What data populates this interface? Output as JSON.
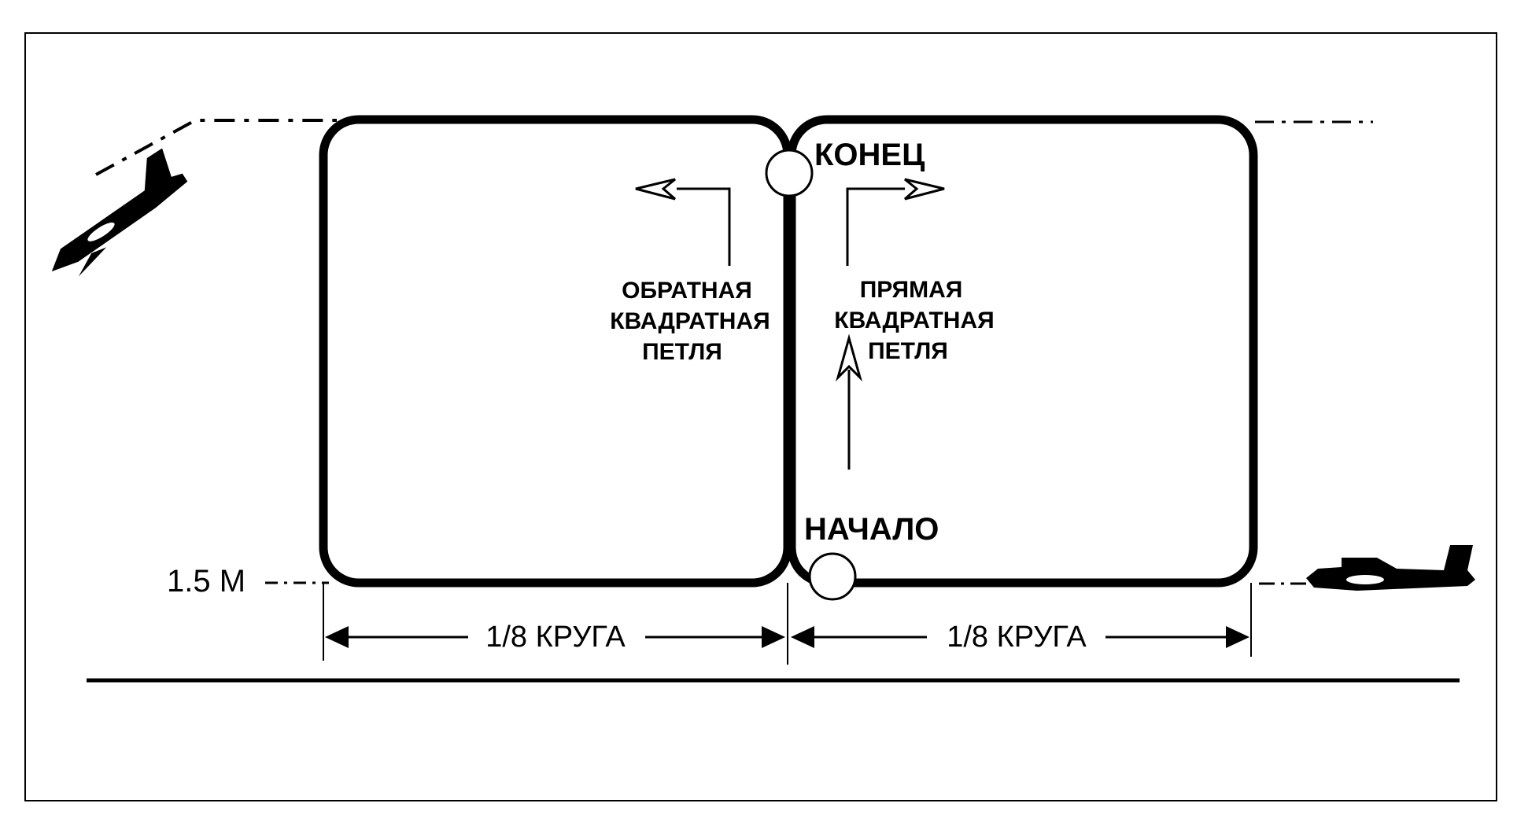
{
  "labels": {
    "end": "КОНЕЦ",
    "start": "НАЧАЛО",
    "reverse_loop": [
      "ОБРАТНАЯ",
      "КВАДРАТНАЯ",
      "ПЕТЛЯ"
    ],
    "direct_loop": [
      "ПРЯМАЯ",
      "КВАДРАТНАЯ",
      "ПЕТЛЯ"
    ],
    "height": "1.5 М",
    "span_left": "1/8 КРУГА",
    "span_right": "1/8 КРУГА"
  },
  "icons": {
    "left_plane": "airplane-climbing-icon",
    "right_plane": "airplane-level-icon"
  },
  "colors": {
    "ink": "#000000",
    "paper": "#ffffff"
  }
}
